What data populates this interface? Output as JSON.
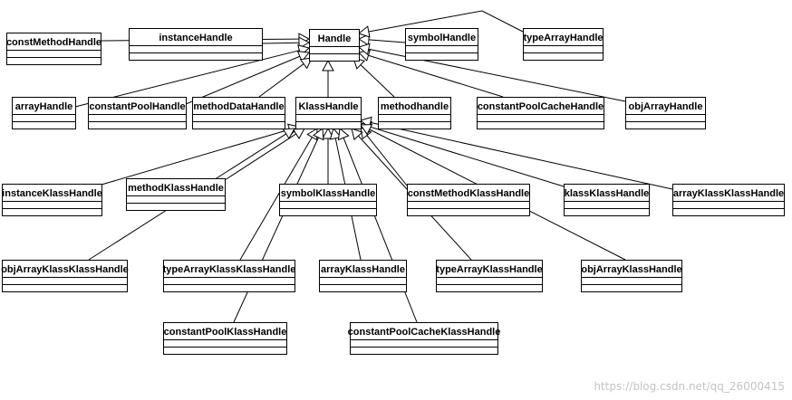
{
  "diagram": {
    "classes": [
      {
        "id": "Handle",
        "name": "Handle"
      },
      {
        "id": "constMethodHandle",
        "name": "constMethodHandle"
      },
      {
        "id": "instanceHandle",
        "name": "instanceHandle"
      },
      {
        "id": "symbolHandle",
        "name": "symbolHandle"
      },
      {
        "id": "typeArrayHandle",
        "name": "typeArrayHandle"
      },
      {
        "id": "arrayHandle",
        "name": "arrayHandle"
      },
      {
        "id": "constantPoolHandle",
        "name": "constantPoolHandle"
      },
      {
        "id": "methodDataHandle",
        "name": "methodDataHandle"
      },
      {
        "id": "KlassHandle",
        "name": "KlassHandle"
      },
      {
        "id": "methodhandle",
        "name": "methodhandle"
      },
      {
        "id": "constantPoolCacheHandle",
        "name": "constantPoolCacheHandle"
      },
      {
        "id": "objArrayHandle",
        "name": "objArrayHandle"
      },
      {
        "id": "instanceKlassHandle",
        "name": "instanceKlassHandle"
      },
      {
        "id": "methodKlassHandle",
        "name": "methodKlassHandle"
      },
      {
        "id": "symbolKlassHandle",
        "name": "symbolKlassHandle"
      },
      {
        "id": "constMethodKlassHandle",
        "name": "constMethodKlassHandle"
      },
      {
        "id": "klassKlassHandle",
        "name": "klassKlassHandle"
      },
      {
        "id": "arrayKlassKlassHandle",
        "name": "arrayKlassKlassHandle"
      },
      {
        "id": "objArrayKlassKlassHandle",
        "name": "objArrayKlassKlassHandle"
      },
      {
        "id": "typeArrayKlassKlassHandle",
        "name": "typeArrayKlassKlassHandle"
      },
      {
        "id": "arrayKlassHandle",
        "name": "arrayKlassHandle"
      },
      {
        "id": "typeArrayKlassHandle",
        "name": "typeArrayKlassHandle"
      },
      {
        "id": "objArrayKlassHandle",
        "name": "objArrayKlassHandle"
      },
      {
        "id": "constantPoolKlassHandle",
        "name": "constantPoolKlassHandle"
      },
      {
        "id": "constantPoolCacheKlassHandle",
        "name": "constantPoolCacheKlassHandle"
      }
    ],
    "generalizations": [
      {
        "child": "constMethodHandle",
        "parent": "Handle"
      },
      {
        "child": "instanceHandle",
        "parent": "Handle"
      },
      {
        "child": "symbolHandle",
        "parent": "Handle"
      },
      {
        "child": "typeArrayHandle",
        "parent": "Handle"
      },
      {
        "child": "arrayHandle",
        "parent": "Handle"
      },
      {
        "child": "constantPoolHandle",
        "parent": "Handle"
      },
      {
        "child": "methodDataHandle",
        "parent": "Handle"
      },
      {
        "child": "KlassHandle",
        "parent": "Handle"
      },
      {
        "child": "methodhandle",
        "parent": "Handle"
      },
      {
        "child": "constantPoolCacheHandle",
        "parent": "Handle"
      },
      {
        "child": "objArrayHandle",
        "parent": "Handle"
      },
      {
        "child": "instanceKlassHandle",
        "parent": "KlassHandle"
      },
      {
        "child": "methodKlassHandle",
        "parent": "KlassHandle"
      },
      {
        "child": "symbolKlassHandle",
        "parent": "KlassHandle"
      },
      {
        "child": "constMethodKlassHandle",
        "parent": "KlassHandle"
      },
      {
        "child": "klassKlassHandle",
        "parent": "KlassHandle"
      },
      {
        "child": "arrayKlassKlassHandle",
        "parent": "KlassHandle"
      },
      {
        "child": "objArrayKlassKlassHandle",
        "parent": "KlassHandle"
      },
      {
        "child": "typeArrayKlassKlassHandle",
        "parent": "KlassHandle"
      },
      {
        "child": "arrayKlassHandle",
        "parent": "KlassHandle"
      },
      {
        "child": "typeArrayKlassHandle",
        "parent": "KlassHandle"
      },
      {
        "child": "objArrayKlassHandle",
        "parent": "KlassHandle"
      },
      {
        "child": "constantPoolKlassHandle",
        "parent": "KlassHandle"
      },
      {
        "child": "constantPoolCacheKlassHandle",
        "parent": "KlassHandle"
      }
    ]
  },
  "watermark": "https://blog.csdn.net/qq_26000415",
  "colors": {
    "line": "#000000",
    "box_fill": "#ffffff",
    "watermark": "#c4c4c4"
  }
}
